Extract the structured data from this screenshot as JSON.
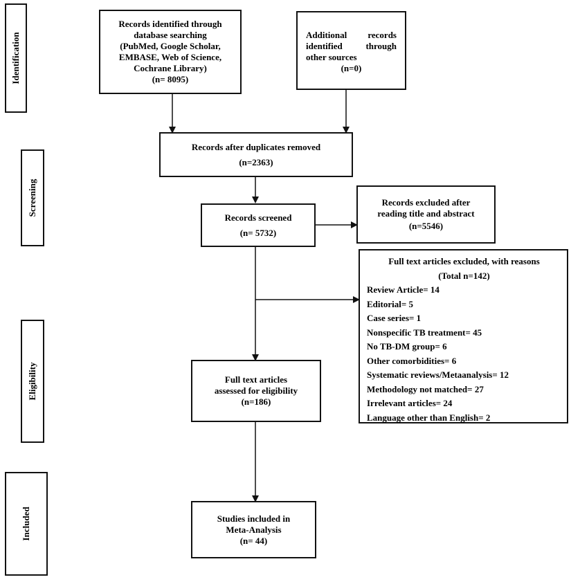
{
  "stages": {
    "identification": "Identification",
    "screening": "Screening",
    "eligibility": "Eligibility",
    "included": "Included"
  },
  "identified": {
    "line1": "Records identified through",
    "line2": "database searching",
    "line3": "(PubMed, Google Scholar,",
    "line4": "EMBASE, Web of Science,",
    "line5": "Cochrane Library)",
    "count": "(n= 8095)"
  },
  "additional": {
    "line1": "Additional records",
    "line2": "identified through",
    "line3": "other sources",
    "count": "(n=0)"
  },
  "duplicates": {
    "line1": "Records after duplicates removed",
    "count": "(n=2363)"
  },
  "screened": {
    "line1": "Records screened",
    "count": "(n= 5732)"
  },
  "excluded_title": {
    "line1": "Records excluded after",
    "line2": "reading title and abstract",
    "count": "(n=5546)"
  },
  "fulltext_excluded": {
    "title": "Full text articles excluded, with reasons",
    "total": "(Total n=142)",
    "reasons": [
      "Review Article= 14",
      "Editorial= 5",
      "Case series= 1",
      "Nonspecific TB treatment= 45",
      "No TB-DM group= 6",
      "Other comorbidities= 6",
      "Systematic reviews/Metaanalysis= 12",
      "Methodology not matched= 27",
      "Irrelevant articles= 24",
      "Language other than English= 2"
    ]
  },
  "eligibility": {
    "line1": "Full text articles",
    "line2": "assessed for eligibility",
    "count": "(n=186)"
  },
  "included": {
    "line1": "Studies included in",
    "line2": "Meta-Analysis",
    "count": "(n= 44)"
  }
}
